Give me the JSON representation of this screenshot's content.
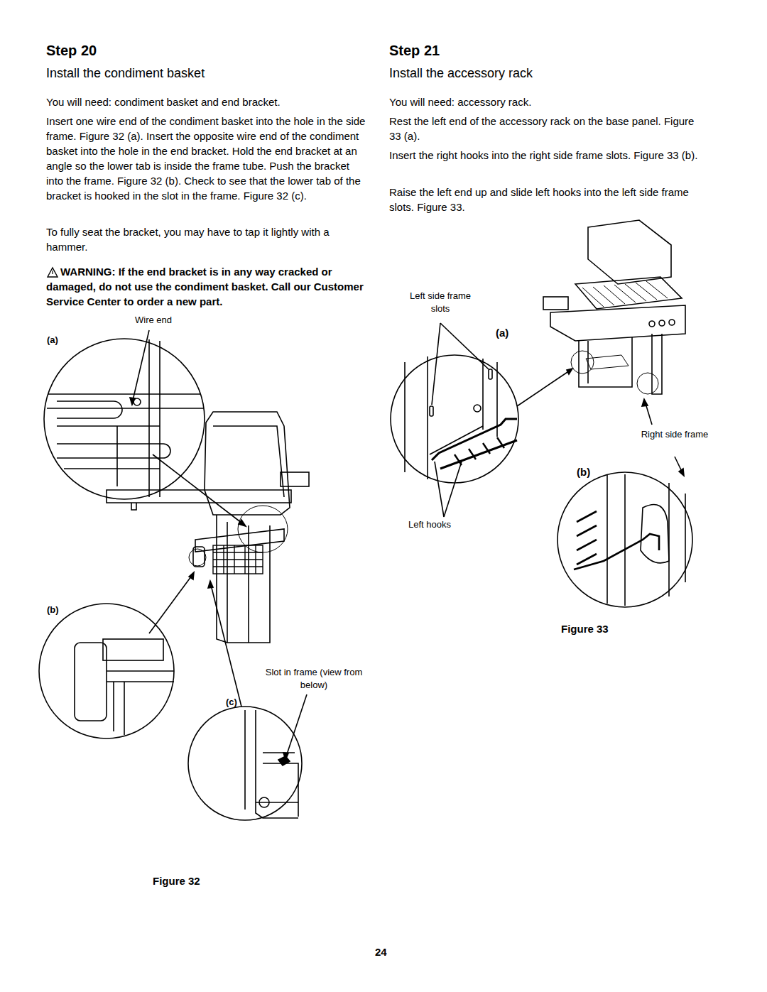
{
  "diagram": {
    "labels": [
      "Step 20",
      "Install the condiment basket",
      "You will need: condiment basket and end bracket.",
      "Insert one wire end of the condiment basket into the hole in the side frame. Figure 32 (a). Insert the opposite wire end of the condiment basket into the hole in the end bracket. Hold the end bracket at an angle so the lower tab is inside the frame tube. Push the bracket into the frame. Figure 32 (b). Check to see that the lower tab of the bracket is hooked in the slot in the frame. Figure 32 (c).",
      "To fully seat the bracket, you may have to tap it lightly with a hammer.",
      "WARNING: If the end bracket is in any way cracked or damaged, do not use the condiment basket. Call our Customer Service Center to order a new part.",
      "Wire end",
      "(a)",
      "(b)",
      "Slot in frame (view from below)",
      "(c)",
      "Figure 32",
      "Step 21",
      "Install the accessory rack",
      "You will need: accessory rack.",
      "Rest the left end of the accessory rack on the base panel. Figure 33 (a).",
      "Insert the right hooks into the right side frame slots. Figure 33 (b).",
      "Raise the left end up and slide left hooks into the left side frame slots. Figure 33.",
      "Left side frame slots",
      "(a)",
      "Right side frame",
      "(b)",
      "Left hooks",
      "Figure 33",
      "24"
    ]
  }
}
